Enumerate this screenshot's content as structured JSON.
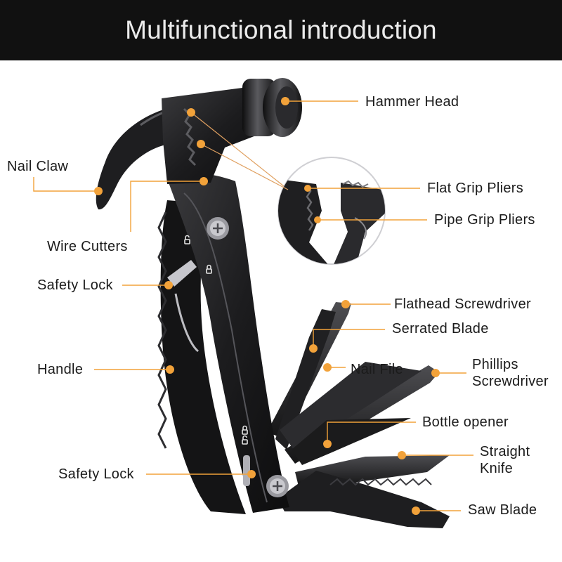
{
  "title": "Multifunctional introduction",
  "colors": {
    "banner_bg": "#111111",
    "banner_text": "#ececec",
    "accent_dot": "#f2a23a",
    "leader_line": "#f2a23a",
    "tool_body": "#1c1c1e",
    "tool_highlight": "#4a4a4d"
  },
  "labels": {
    "hammer_head": "Hammer Head",
    "nail_claw": "Nail Claw",
    "flat_grip_pliers": "Flat Grip Pliers",
    "pipe_grip_pliers": "Pipe Grip Pliers",
    "wire_cutters": "Wire Cutters",
    "safety_lock_top": "Safety Lock",
    "flathead_screwdriver": "Flathead Screwdriver",
    "serrated_blade": "Serrated Blade",
    "handle": "Handle",
    "nail_file": "Nail File",
    "phillips_line1": "Phillips",
    "phillips_line2": "Screwdriver",
    "bottle_opener": "Bottle opener",
    "straight_line1": "Straight",
    "straight_line2": "Knife",
    "safety_lock_bottom": "Safety Lock",
    "saw_blade": "Saw Blade"
  }
}
